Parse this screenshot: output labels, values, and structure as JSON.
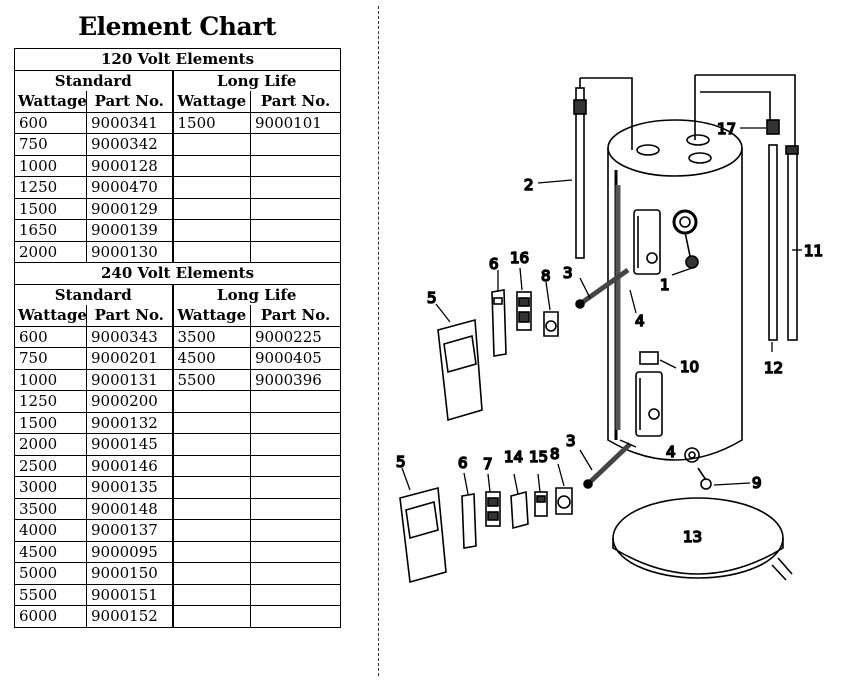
{
  "title": "Element Chart",
  "v120": {
    "heading": "120 Volt Elements",
    "standard_label": "Standard",
    "longlife_label": "Long Life",
    "col_wattage": "Wattage",
    "col_part": "Part No.",
    "rows": [
      {
        "w": "600",
        "p": "9000341",
        "lw": "1500",
        "lp": "9000101"
      },
      {
        "w": "750",
        "p": "9000342",
        "lw": "",
        "lp": ""
      },
      {
        "w": "1000",
        "p": "9000128",
        "lw": "",
        "lp": ""
      },
      {
        "w": "1250",
        "p": "9000470",
        "lw": "",
        "lp": ""
      },
      {
        "w": "1500",
        "p": "9000129",
        "lw": "",
        "lp": ""
      },
      {
        "w": "1650",
        "p": "9000139",
        "lw": "",
        "lp": ""
      },
      {
        "w": "2000",
        "p": "9000130",
        "lw": "",
        "lp": ""
      }
    ]
  },
  "v240": {
    "heading": "240 Volt Elements",
    "standard_label": "Standard",
    "longlife_label": "Long Life",
    "col_wattage": "Wattage",
    "col_part": "Part No.",
    "rows": [
      {
        "w": "600",
        "p": "9000343",
        "lw": "3500",
        "lp": "9000225"
      },
      {
        "w": "750",
        "p": "9000201",
        "lw": "4500",
        "lp": "9000405"
      },
      {
        "w": "1000",
        "p": "9000131",
        "lw": "5500",
        "lp": "9000396"
      },
      {
        "w": "1250",
        "p": "9000200",
        "lw": "",
        "lp": ""
      },
      {
        "w": "1500",
        "p": "9000132",
        "lw": "",
        "lp": ""
      },
      {
        "w": "2000",
        "p": "9000145",
        "lw": "",
        "lp": ""
      },
      {
        "w": "2500",
        "p": "9000146",
        "lw": "",
        "lp": ""
      },
      {
        "w": "3000",
        "p": "9000135",
        "lw": "",
        "lp": ""
      },
      {
        "w": "3500",
        "p": "9000148",
        "lw": "",
        "lp": ""
      },
      {
        "w": "4000",
        "p": "9000137",
        "lw": "",
        "lp": ""
      },
      {
        "w": "4500",
        "p": "9000095",
        "lw": "",
        "lp": ""
      },
      {
        "w": "5000",
        "p": "9000150",
        "lw": "",
        "lp": ""
      },
      {
        "w": "5500",
        "p": "9000151",
        "lw": "",
        "lp": ""
      },
      {
        "w": "6000",
        "p": "9000152",
        "lw": "",
        "lp": ""
      }
    ]
  },
  "diagram": {
    "callouts": [
      "1",
      "2",
      "3",
      "3",
      "4",
      "4",
      "5",
      "5",
      "6",
      "6",
      "7",
      "8",
      "8",
      "9",
      "10",
      "11",
      "12",
      "13",
      "14",
      "15",
      "16",
      "17"
    ]
  }
}
